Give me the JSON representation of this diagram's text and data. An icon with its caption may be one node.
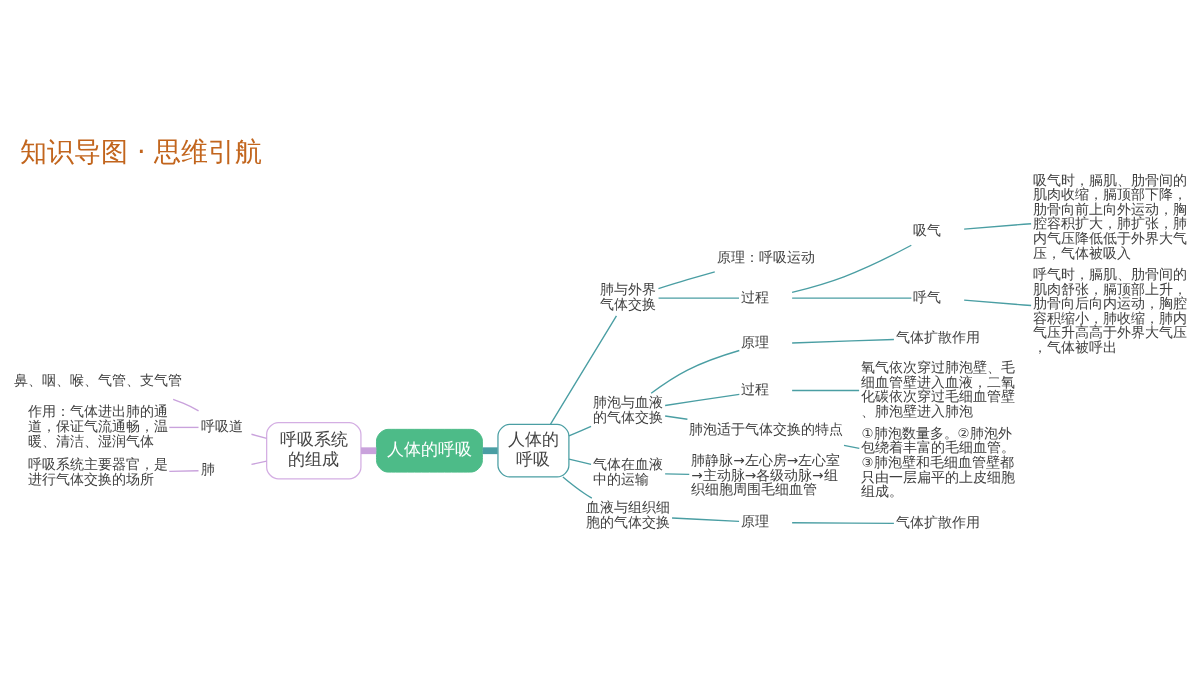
{
  "diagram": {
    "title": "知识导图 · 思维引航",
    "nodes": [
      {
        "text": [
          "鼻、咽、喉、气管、支气管"
        ]
      },
      {
        "text": [
          "作用：气体进出肺的通道，保证气流通畅，温暖、清洁、湿润气体"
        ]
      },
      {
        "text": [
          "呼吸系统主要器官，是进行气体交换的场所"
        ]
      },
      {
        "text": [
          "呼吸道"
        ]
      },
      {
        "text": [
          "肺"
        ]
      },
      {
        "text": [
          "呼吸系统的组成"
        ]
      },
      {
        "text": [
          "人体的呼吸"
        ]
      },
      {
        "text": [
          "人体的呼吸"
        ]
      },
      {
        "text": [
          "肺与外界气体交换"
        ]
      },
      {
        "text": [
          "原理：呼吸运动"
        ]
      },
      {
        "text": [
          "过程"
        ]
      },
      {
        "text": [
          "吸气"
        ]
      },
      {
        "text": [
          "吸气时，膈肌、肋骨间的肌肉收缩，膈顶部下降，肋骨向前上向外运动，胸腔容积扩大，肺扩张，肺内气压降低低于外界大气压，气体被吸入"
        ]
      },
      {
        "text": [
          "呼气"
        ]
      },
      {
        "text": [
          "呼气时，膈肌、肋骨间的肌肉舒张，膈顶部上升，肋骨向后向内运动，胸腔容积缩小，肺收缩，肺内气压升高高于外界大气压，气体被呼出"
        ]
      },
      {
        "text": [
          "肺泡与血液的气体交换"
        ]
      },
      {
        "text": [
          "原理"
        ]
      },
      {
        "text": [
          "气体扩散作用"
        ]
      },
      {
        "text": [
          "过程"
        ]
      },
      {
        "text": [
          "氧气依次穿过肺泡壁、毛细血管壁进入血液，二氧化碳依次穿过毛细血管壁、肺泡壁进入肺泡"
        ]
      },
      {
        "text": [
          "肺泡适于气体交换的特点"
        ]
      },
      {
        "text": [
          "①肺泡数量多。②肺泡外包绕着丰富的毛细血管。③肺泡壁和毛细血管壁都只由一层扁平的上皮细胞组成。"
        ]
      },
      {
        "text": [
          "气体在血液中的运输"
        ]
      },
      {
        "text": [
          "肺静脉→左心房→左心室→主动脉→各级动脉→组织细胞周围毛细血管"
        ]
      },
      {
        "text": [
          "血液与组织细胞的气体交换"
        ]
      },
      {
        "text": [
          "原理"
        ]
      },
      {
        "text": [
          "气体扩散作用"
        ]
      }
    ],
    "edges": [
      {
        "from": 0,
        "to": 3,
        "arrow": "none",
        "color": "#c9a2dc"
      },
      {
        "from": 1,
        "to": 3,
        "arrow": "none",
        "color": "#c9a2dc"
      },
      {
        "from": 2,
        "to": 4,
        "arrow": "none",
        "color": "#c9a2dc"
      },
      {
        "from": 3,
        "to": 5,
        "arrow": "none",
        "color": "#c9a2dc"
      },
      {
        "from": 4,
        "to": 5,
        "arrow": "none",
        "color": "#c9a2dc"
      },
      {
        "from": 5,
        "to": 6,
        "arrow": "none",
        "style": "thick",
        "color": "#c9a2dc"
      },
      {
        "from": 6,
        "to": 7,
        "arrow": "none",
        "style": "thick"
      },
      {
        "from": 7,
        "to": 8,
        "arrow": "none"
      },
      {
        "from": 7,
        "to": 15,
        "arrow": "none"
      },
      {
        "from": 7,
        "to": 22,
        "arrow": "none"
      },
      {
        "from": 7,
        "to": 24,
        "arrow": "none"
      },
      {
        "from": 8,
        "to": 9,
        "arrow": "none"
      },
      {
        "from": 8,
        "to": 10,
        "arrow": "none"
      },
      {
        "from": 10,
        "to": 11,
        "arrow": "none"
      },
      {
        "from": 10,
        "to": 13,
        "arrow": "none"
      },
      {
        "from": 11,
        "to": 12,
        "arrow": "none"
      },
      {
        "from": 13,
        "to": 14,
        "arrow": "none"
      },
      {
        "from": 15,
        "to": 16,
        "arrow": "none"
      },
      {
        "from": 15,
        "to": 18,
        "arrow": "none"
      },
      {
        "from": 15,
        "to": 20,
        "arrow": "none"
      },
      {
        "from": 16,
        "to": 17,
        "arrow": "none"
      },
      {
        "from": 18,
        "to": 19,
        "arrow": "none"
      },
      {
        "from": 20,
        "to": 21,
        "arrow": "none"
      },
      {
        "from": 22,
        "to": 23,
        "arrow": "none"
      },
      {
        "from": 24,
        "to": 25,
        "arrow": "none"
      },
      {
        "from": 25,
        "to": 26,
        "arrow": "none"
      }
    ]
  }
}
